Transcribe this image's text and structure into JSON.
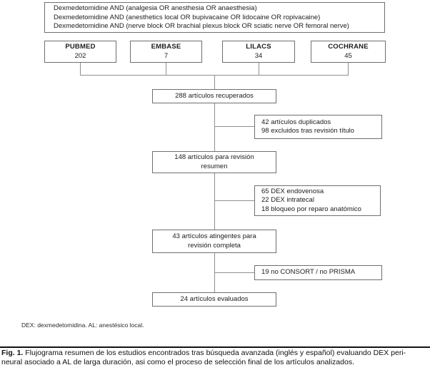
{
  "search_query_box": {
    "lines": [
      "Dexmedetomidine AND (analgesia OR anesthesia OR anaesthesia)",
      "Dexmedetomidine AND (anesthetics local OR bupivacaine OR lidocaine OR ropivacaine)",
      "Dexmedetomidine AND (nerve block OR brachial plexus block OR sciatic nerve OR femoral nerve)"
    ]
  },
  "databases": [
    {
      "name": "PUBMED",
      "count": "202"
    },
    {
      "name": "EMBASE",
      "count": "7"
    },
    {
      "name": "LILACS",
      "count": "34"
    },
    {
      "name": "COCHRANE",
      "count": "45"
    }
  ],
  "flow": {
    "retrieved": "288 artículos recuperados",
    "excluded_title": {
      "line1": "42 artículos duplicados",
      "line2": "98 excluidos tras revisión título"
    },
    "abstract_review": {
      "line1": "148 artículos para revisión",
      "line2": "resumen"
    },
    "excluded_abstract": {
      "line1": "65 DEX endovenosa",
      "line2": "22 DEX intratecal",
      "line3": "18 bloqueo por reparo anatómico"
    },
    "full_review": {
      "line1": "43 artículos atingentes para",
      "line2": "revisión completa"
    },
    "excluded_full": "19 no CONSORT / no PRISMA",
    "evaluated": "24 artículos evaluados"
  },
  "footnote": "DEX: dexmedetomidina. AL: anestésico local.",
  "caption": {
    "label": "Fig. 1.",
    "line1": "Flujograma resumen de los estudios encontrados tras búsqueda avanzada (inglés y español) evaluando DEX peri-",
    "line2": "neural asociado a AL de larga duración, asi como el proceso de selección final de los artículos analizados."
  },
  "colors": {
    "box_border": "#6f6f6f",
    "connector": "#8f8f8f",
    "text": "#1c1c1c"
  }
}
